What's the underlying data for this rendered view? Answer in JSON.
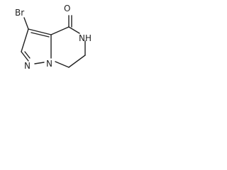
{
  "molecule": {
    "atoms": {
      "br": "Br",
      "o": "O",
      "nh": "NH",
      "n1": "N",
      "n2": "N"
    }
  }
}
